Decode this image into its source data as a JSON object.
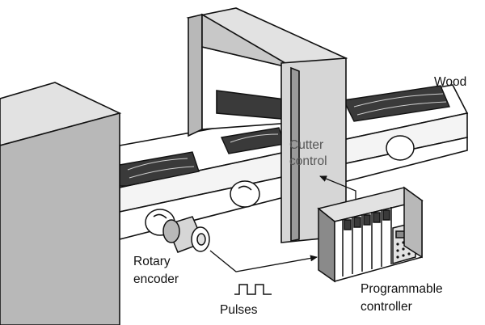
{
  "labels": {
    "wood": "Wood",
    "cutter_line1": "Cutter",
    "cutter_line2": "control",
    "rotary_line1": "Rotary",
    "rotary_line2": "encoder",
    "pulses": "Pulses",
    "plc_line1": "Programmable",
    "plc_line2": "controller"
  },
  "colors": {
    "outline": "#111111",
    "light_grey": "#e2e2e2",
    "mid_grey": "#b8b8b8",
    "dark_grey": "#8a8a8a",
    "wood": "#3a3a3a",
    "cutter_label": "#555555"
  }
}
